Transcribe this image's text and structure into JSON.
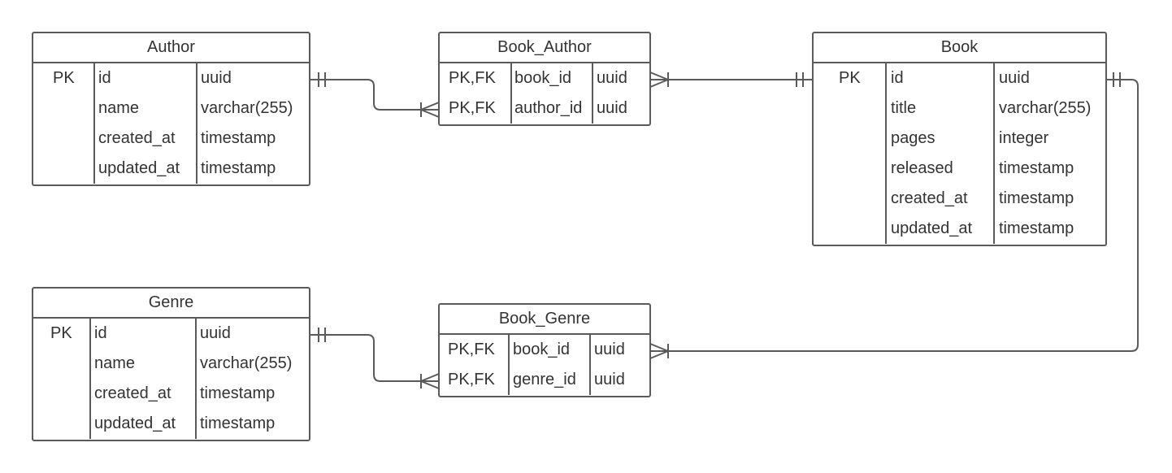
{
  "entities": {
    "author": {
      "title": "Author",
      "rows": [
        {
          "key": "PK",
          "name": "id",
          "type": "uuid"
        },
        {
          "key": "",
          "name": "name",
          "type": "varchar(255)"
        },
        {
          "key": "",
          "name": "created_at",
          "type": "timestamp"
        },
        {
          "key": "",
          "name": "updated_at",
          "type": "timestamp"
        }
      ]
    },
    "book_author": {
      "title": "Book_Author",
      "rows": [
        {
          "key": "PK,FK",
          "name": "book_id",
          "type": "uuid"
        },
        {
          "key": "PK,FK",
          "name": "author_id",
          "type": "uuid"
        }
      ]
    },
    "book": {
      "title": "Book",
      "rows": [
        {
          "key": "PK",
          "name": "id",
          "type": "uuid"
        },
        {
          "key": "",
          "name": "title",
          "type": "varchar(255)"
        },
        {
          "key": "",
          "name": "pages",
          "type": "integer"
        },
        {
          "key": "",
          "name": "released",
          "type": "timestamp"
        },
        {
          "key": "",
          "name": "created_at",
          "type": "timestamp"
        },
        {
          "key": "",
          "name": "updated_at",
          "type": "timestamp"
        }
      ]
    },
    "genre": {
      "title": "Genre",
      "rows": [
        {
          "key": "PK",
          "name": "id",
          "type": "uuid"
        },
        {
          "key": "",
          "name": "name",
          "type": "varchar(255)"
        },
        {
          "key": "",
          "name": "created_at",
          "type": "timestamp"
        },
        {
          "key": "",
          "name": "updated_at",
          "type": "timestamp"
        }
      ]
    },
    "book_genre": {
      "title": "Book_Genre",
      "rows": [
        {
          "key": "PK,FK",
          "name": "book_id",
          "type": "uuid"
        },
        {
          "key": "PK,FK",
          "name": "genre_id",
          "type": "uuid"
        }
      ]
    }
  },
  "relationships": [
    {
      "from": "Author.id",
      "to": "Book_Author.author_id",
      "from_cardinality": "one-and-only-one",
      "to_cardinality": "one-or-many"
    },
    {
      "from": "Book.id",
      "to": "Book_Author.book_id",
      "from_cardinality": "one-and-only-one",
      "to_cardinality": "one-or-many"
    },
    {
      "from": "Genre.id",
      "to": "Book_Genre.genre_id",
      "from_cardinality": "one-and-only-one",
      "to_cardinality": "one-or-many"
    },
    {
      "from": "Book.id",
      "to": "Book_Genre.book_id",
      "from_cardinality": "one-and-only-one",
      "to_cardinality": "one-or-many"
    }
  ],
  "colors": {
    "stroke": "#5a5a5a",
    "text": "#333333",
    "background": "#ffffff"
  }
}
